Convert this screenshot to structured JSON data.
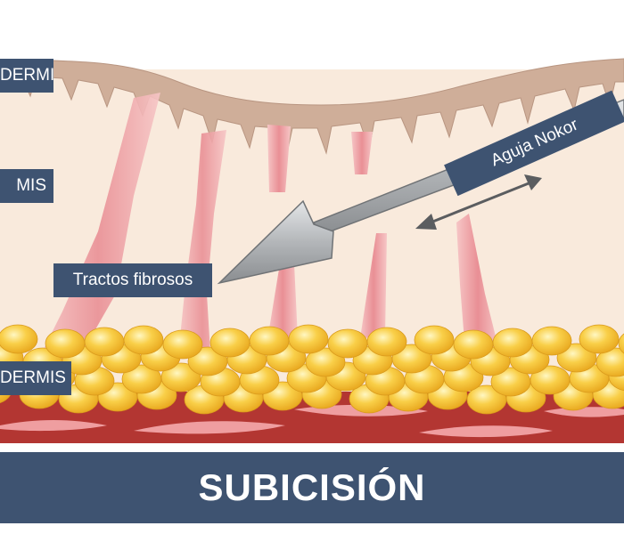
{
  "labels": {
    "epidermis": "DERMIS",
    "dermis": "MIS",
    "hypodermis": "DERMIS",
    "fibrous_tracts": "Tractos fibrosos",
    "needle": "Aguja Nokor"
  },
  "title": "SUBICISIÓN",
  "colors": {
    "label_bg": "#3e5371",
    "epidermis": "#cfb09a",
    "dermis": "#f8e8d9",
    "fat": "#f7c03a",
    "muscle": "#b33834",
    "tracts": "#eda6a8",
    "needle": "#b9bcbf"
  }
}
